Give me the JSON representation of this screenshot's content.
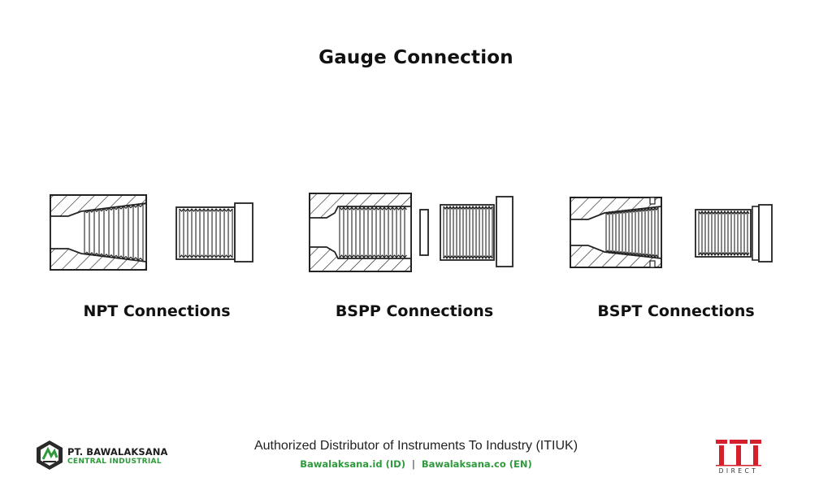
{
  "title": "Gauge Connection",
  "connections": [
    {
      "label": "NPT Connections"
    },
    {
      "label": "BSPP Connections"
    },
    {
      "label": "BSPT Connections"
    }
  ],
  "footer": {
    "company_name": "PT. BAWALAKSANA",
    "company_sub": "CENTRAL INDUSTRIAL",
    "distributor_text": "Authorized Distributor of Instruments To Industry (ITIUK)",
    "link_id": "Bawalaksana.id (ID)",
    "separator": "|",
    "link_en": "Bawalaksana.co (EN)",
    "iti_logo_text": "ITI",
    "iti_logo_sub": "DIRECT"
  },
  "colors": {
    "brand_green": "#2e9a3c",
    "iti_red": "#d3202a",
    "line": "#222222"
  }
}
